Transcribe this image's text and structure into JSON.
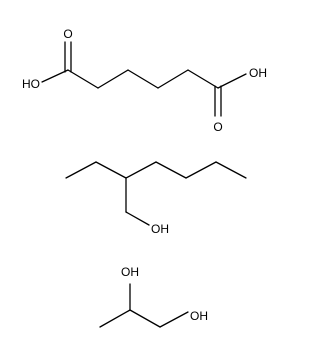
{
  "molecules": [
    {
      "id": "adipic-acid",
      "labels": [
        "O",
        "HO",
        "O",
        "OH"
      ]
    },
    {
      "id": "2-ethylhexanol",
      "labels": [
        "OH"
      ]
    },
    {
      "id": "propylene-glycol",
      "labels": [
        "OH",
        "OH"
      ]
    }
  ],
  "colors": {
    "bond": "#000000",
    "text": "#000000",
    "background": "#ffffff"
  }
}
